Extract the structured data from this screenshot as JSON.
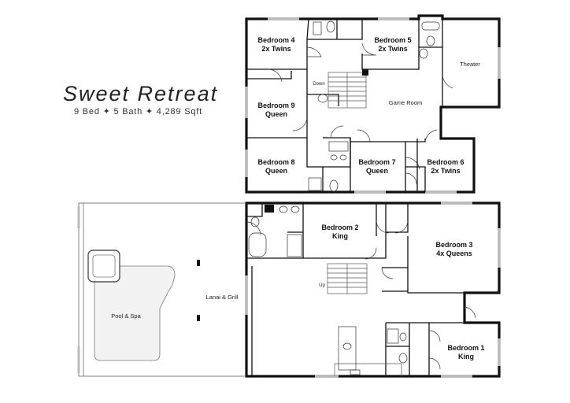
{
  "title": "Sweet Retreat",
  "subtitle": "9 Bed ✦ 5 Bath ✦ 4,289 Sqft",
  "upper_floor": {
    "rooms": [
      {
        "name": "bedroom-4",
        "line1": "Bedroom 4",
        "line2": "2x Twins"
      },
      {
        "name": "bedroom-5",
        "line1": "Bedroom 5",
        "line2": "2x Twins"
      },
      {
        "name": "bedroom-9",
        "line1": "Bedroom 9",
        "line2": "Queen"
      },
      {
        "name": "bedroom-8",
        "line1": "Bedroom 8",
        "line2": "Queen"
      },
      {
        "name": "bedroom-7",
        "line1": "Bedroom 7",
        "line2": "Queen"
      },
      {
        "name": "bedroom-6",
        "line1": "Bedroom 6",
        "line2": "2x Twins"
      }
    ],
    "theater": "Theater",
    "game_room": "Game Room",
    "stairs": "Down"
  },
  "lower_floor": {
    "rooms": [
      {
        "name": "bedroom-2",
        "line1": "Bedroom 2",
        "line2": "King"
      },
      {
        "name": "bedroom-3",
        "line1": "Bedroom 3",
        "line2": "4x Queens"
      },
      {
        "name": "bedroom-1",
        "line1": "Bedroom 1",
        "line2": "King"
      }
    ],
    "lanai": "Lanai & Grill",
    "pool": "Pool & Spa",
    "stairs": "Up"
  }
}
